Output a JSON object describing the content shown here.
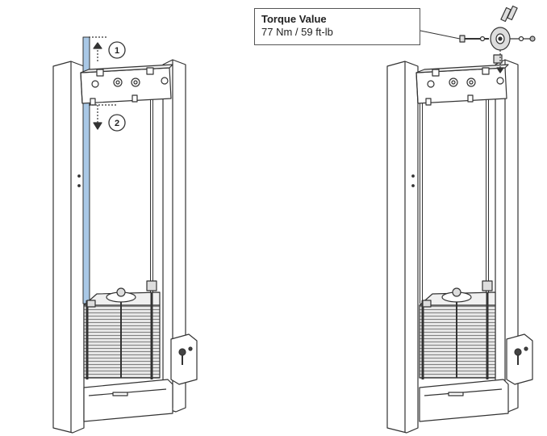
{
  "callout": {
    "title": "Torque Value",
    "value": "77 Nm / 59 ft-lb"
  },
  "steps": [
    {
      "label": "1"
    },
    {
      "label": "2"
    }
  ],
  "colors": {
    "highlight_rod": "#a9c8e6",
    "line": "#333333",
    "frame_fill": "#ffffff",
    "weight_fill": "#e4e4e4"
  }
}
